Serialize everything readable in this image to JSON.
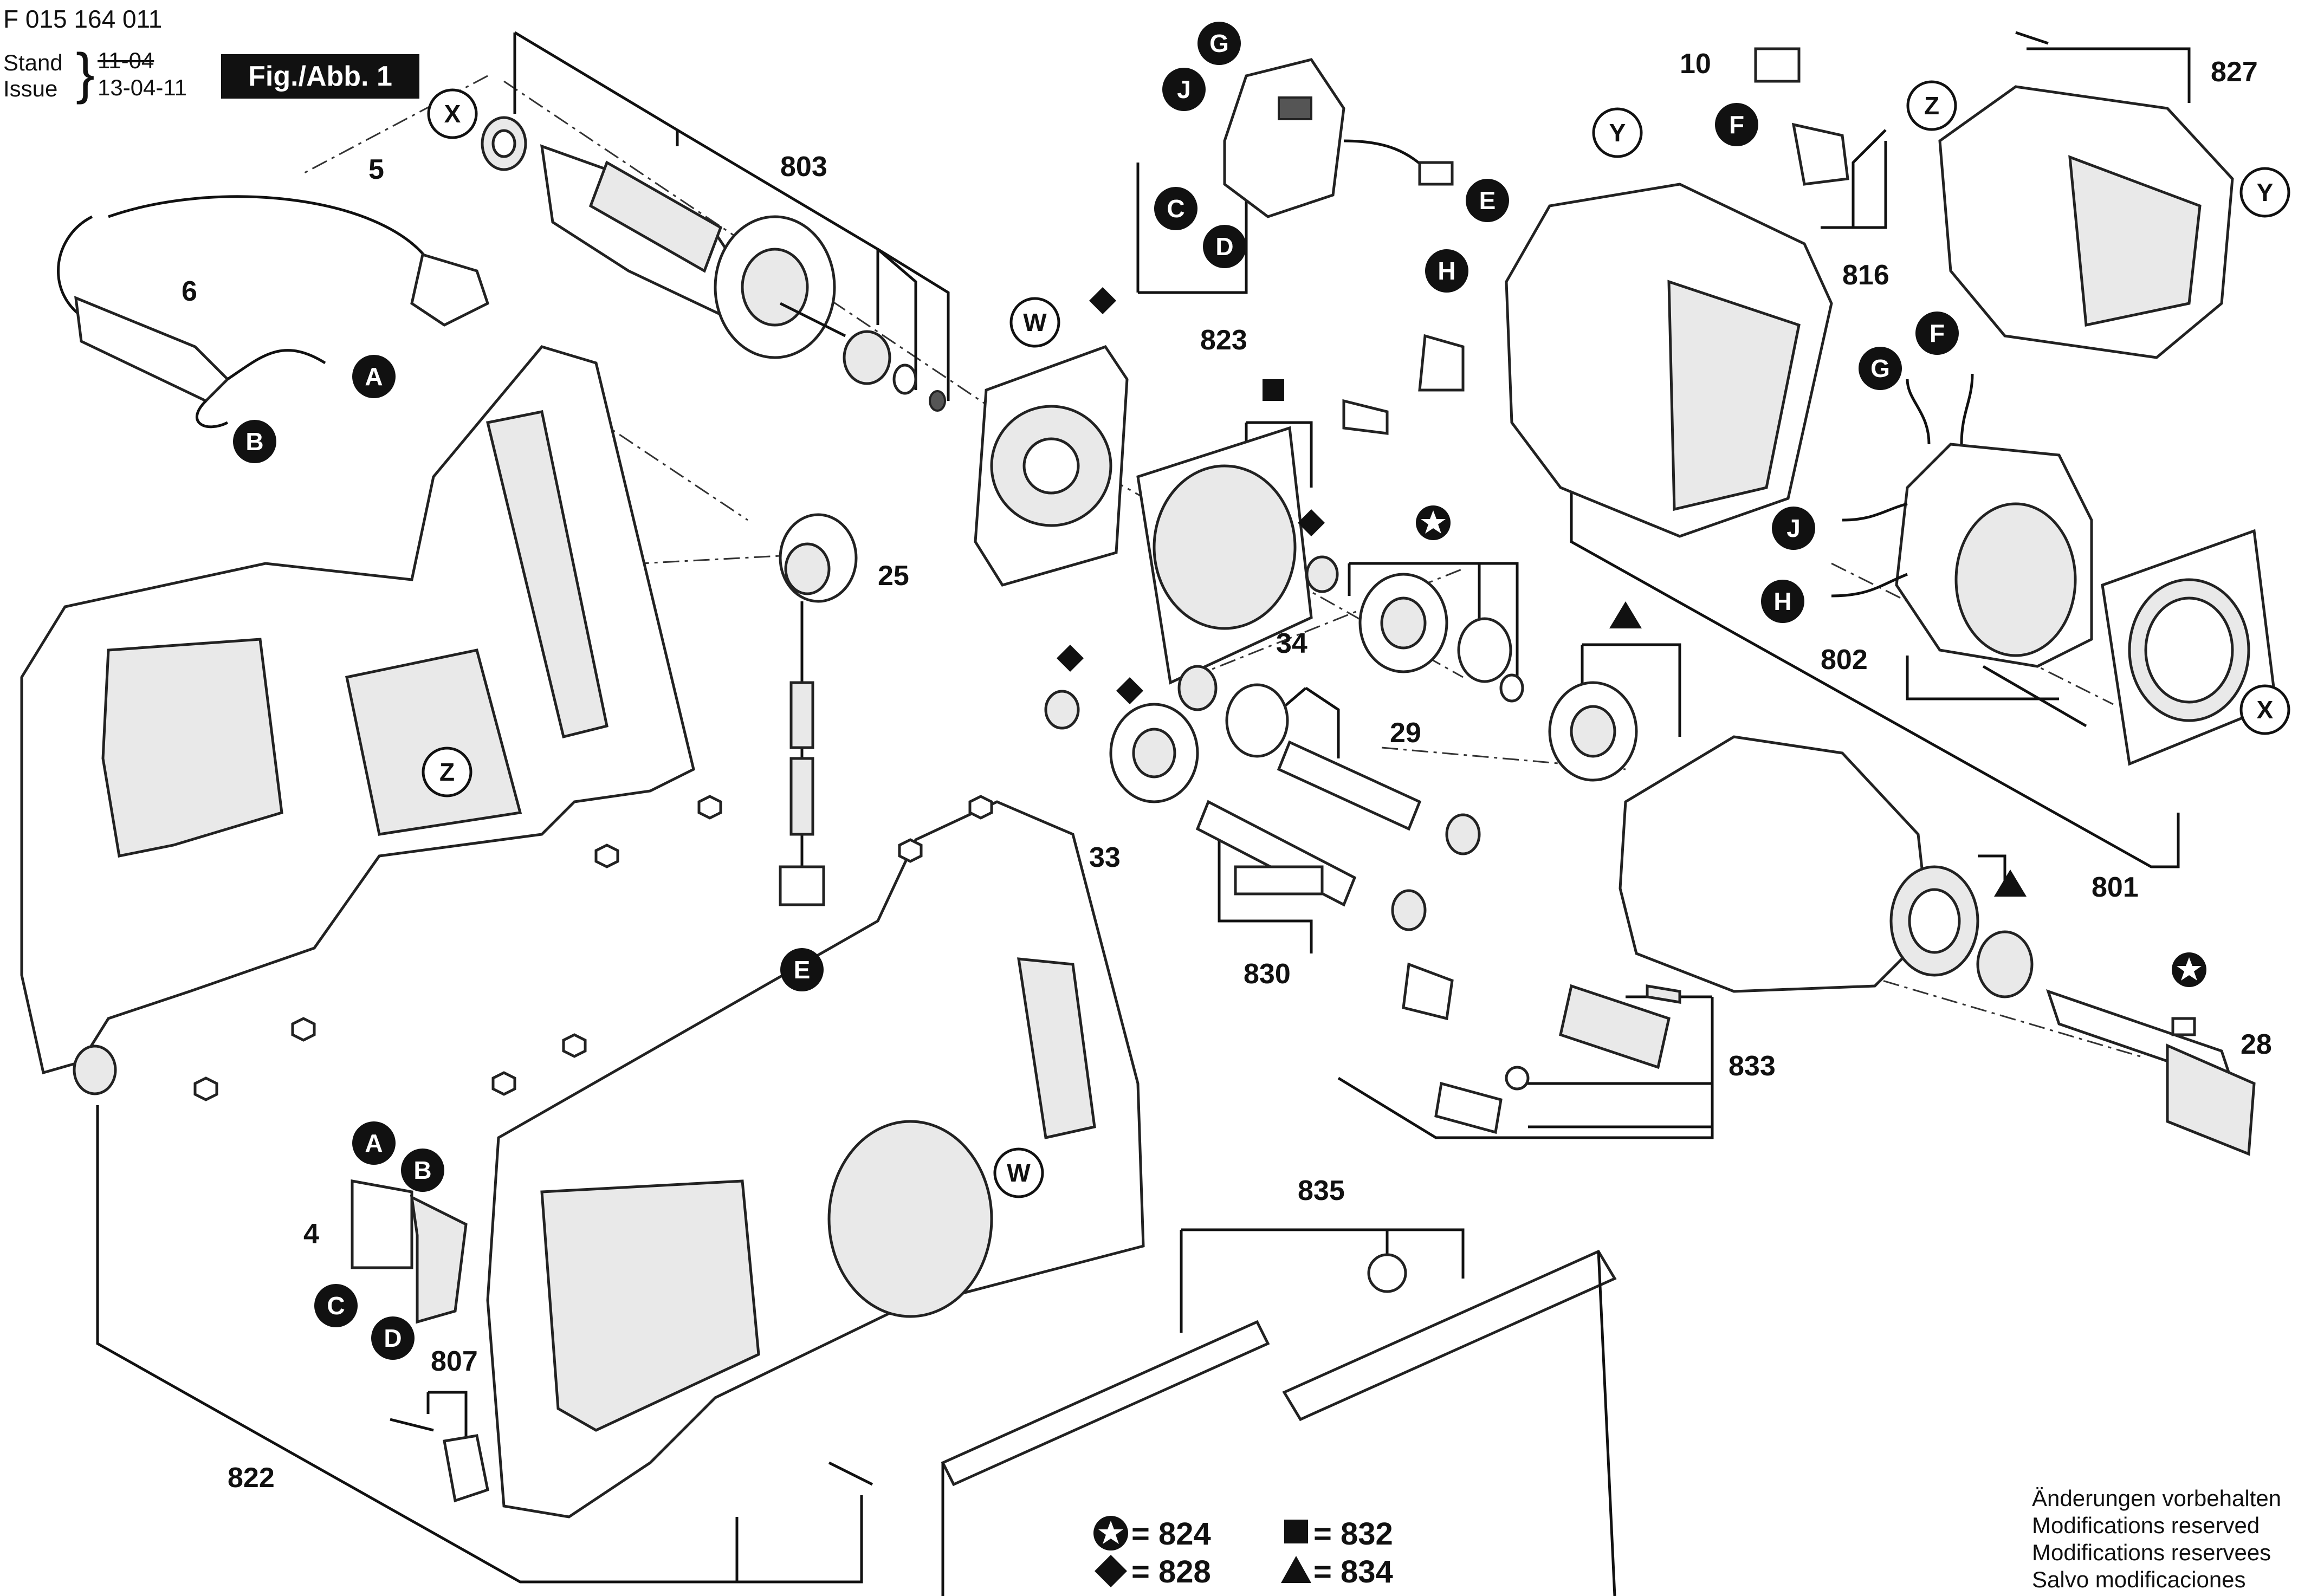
{
  "header": {
    "doc_number": "F 015 164 011",
    "stand_label": "Stand",
    "stand_value": "11-04",
    "issue_label": "Issue",
    "issue_value": "13-04-11",
    "figure": "Fig./Abb. 1"
  },
  "part_labels": {
    "p803": "803",
    "p5": "5",
    "p6": "6",
    "p25": "25",
    "p823": "823",
    "p10": "10",
    "p816": "816",
    "p827": "827",
    "p802": "802",
    "p801": "801",
    "p34": "34",
    "p29": "29",
    "p33": "33",
    "p830": "830",
    "p833": "833",
    "p28": "28",
    "p835": "835",
    "p4": "4",
    "p807": "807",
    "p822": "822"
  },
  "letter_callouts": {
    "x1": "X",
    "x2": "X",
    "y1": "Y",
    "y2": "Y",
    "z1": "Z",
    "z2": "Z",
    "w1": "W",
    "w2": "W",
    "g1": "G",
    "j1": "J",
    "c1": "C",
    "d1": "D",
    "e1": "E",
    "a1": "A",
    "b1": "B",
    "e2": "E",
    "f1": "F",
    "h1": "H",
    "g2": "G",
    "f2": "F",
    "j2": "J",
    "h2": "H",
    "a2": "A",
    "b2": "B",
    "c2": "C",
    "d2": "D"
  },
  "legend": {
    "star": "= 824",
    "square": "= 832",
    "diamond": "= 828",
    "triangle": "= 834"
  },
  "footer": {
    "de": "Änderungen vorbehalten",
    "en": "Modifications reserved",
    "fr": "Modifications reservees",
    "es": "Salvo modificaciones"
  }
}
